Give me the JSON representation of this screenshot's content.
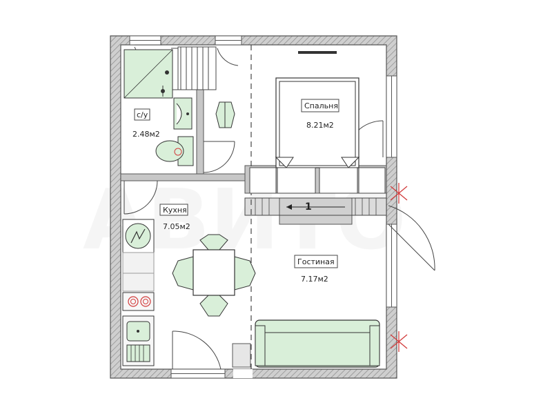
{
  "rooms": {
    "bathroom": {
      "label": "с/у",
      "area": "2.48м2"
    },
    "bedroom": {
      "label": "Спальня",
      "area": "8.21м2"
    },
    "kitchen": {
      "label": "Кухня",
      "area": "7.05м2"
    },
    "living": {
      "label": "Гостиная",
      "area": "7.17м2"
    }
  },
  "markers": {
    "stair_number": "1"
  },
  "watermark": "АВИТО",
  "colors": {
    "wall_outer": "#9a9a9a",
    "wall_inner": "#c7c7c7",
    "furniture_fill": "#d9efd9",
    "furniture_stroke": "#333333",
    "appliance_red": "#d23b3b"
  },
  "icons": [
    "radiator-icon",
    "electric-stove-icon",
    "washing-machine-icon",
    "sink-icon",
    "toilet-icon",
    "shower-icon"
  ]
}
